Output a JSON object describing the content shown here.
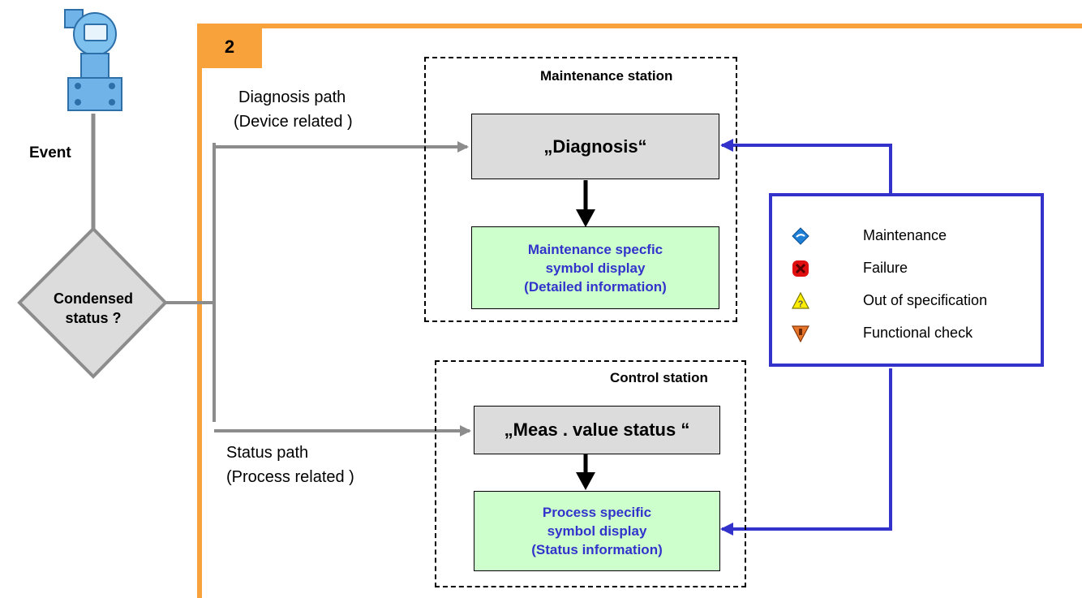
{
  "step_number": "2",
  "device": {
    "event_label": "Event"
  },
  "decision": {
    "line1": "Condensed",
    "line2": "status ?"
  },
  "paths": {
    "diagnosis": {
      "line1": "Diagnosis  path",
      "line2": "(Device related )"
    },
    "status": {
      "line1": "Status path",
      "line2": "(Process related )"
    }
  },
  "maintenance_station": {
    "title": "Maintenance station",
    "diagnosis_box": "„Diagnosis“",
    "display_box": {
      "line1": "Maintenance specfic",
      "line2": "symbol display",
      "line3": "(Detailed information)"
    }
  },
  "control_station": {
    "title": "Control station",
    "status_box": "„Meas . value status “",
    "display_box": {
      "line1": "Process specific",
      "line2": "symbol display",
      "line3": "(Status information)"
    }
  },
  "legend": {
    "items": [
      {
        "icon": "maintenance-icon",
        "label": "Maintenance",
        "color": "#1e7fd6"
      },
      {
        "icon": "failure-icon",
        "label": "Failure",
        "color": "#e01010"
      },
      {
        "icon": "out-of-specification-icon",
        "label": "Out of specification",
        "color": "#ffee00"
      },
      {
        "icon": "functional-check-icon",
        "label": "Functional check",
        "color": "#e8762a"
      }
    ]
  },
  "colors": {
    "accent_orange": "#f7a23b",
    "legend_blue": "#3333cc",
    "connector_gray": "#8c8c8c"
  }
}
